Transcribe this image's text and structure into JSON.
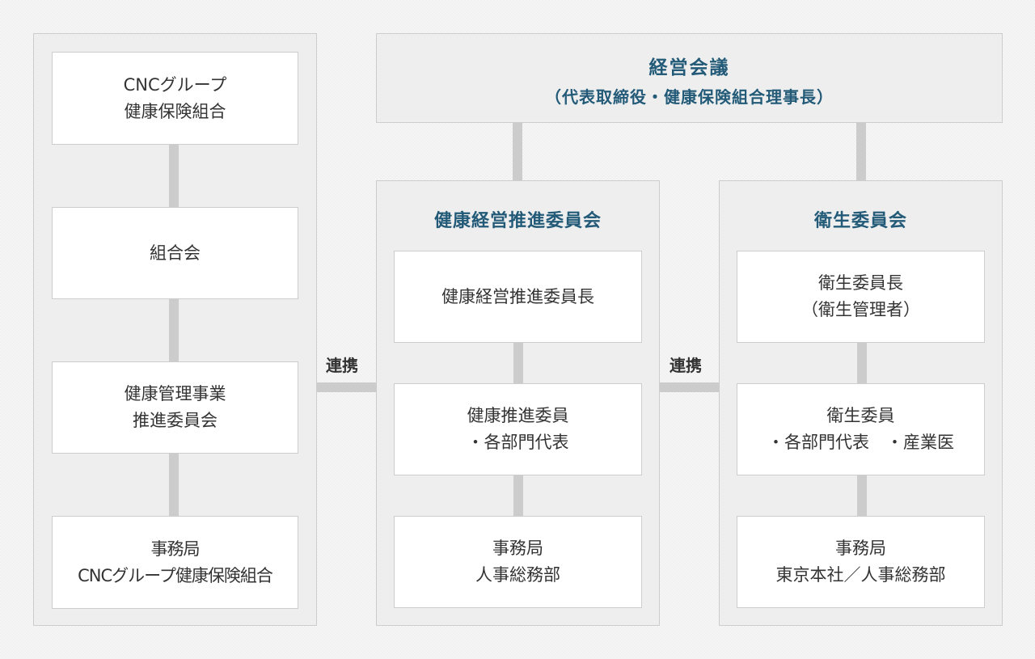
{
  "executive_meeting": {
    "title": "経営会議",
    "subtitle": "（代表取締役・健康保険組合理事長）"
  },
  "left_panel": {
    "box1": {
      "line1": "CNCグループ",
      "line2": "健康保険組合"
    },
    "box2": {
      "line1": "組合会"
    },
    "box3": {
      "line1": "健康管理事業",
      "line2": "推進委員会"
    },
    "box4": {
      "line1": "事務局",
      "line2": "CNCグループ健康保険組合"
    }
  },
  "middle_panel": {
    "title": "健康経営推進委員会",
    "box1": {
      "line1": "健康経営推進委員長"
    },
    "box2": {
      "line1": "健康推進委員",
      "line2": "・各部門代表"
    },
    "box3": {
      "line1": "事務局",
      "line2": "人事総務部"
    }
  },
  "right_panel": {
    "title": "衛生委員会",
    "box1": {
      "line1": "衛生委員長",
      "line2": "（衛生管理者）"
    },
    "box2": {
      "line1": "衛生委員",
      "line2": "・各部門代表　・産業医"
    },
    "box3": {
      "line1": "事務局",
      "line2": "東京本社／人事総務部"
    }
  },
  "links": {
    "left_link": "連携",
    "right_link": "連携"
  },
  "colors": {
    "title_blue": "#225a78",
    "panel_bg": "#eeeeee",
    "border": "#cdcdcd",
    "connector": "#cccccc",
    "text": "#333333"
  }
}
